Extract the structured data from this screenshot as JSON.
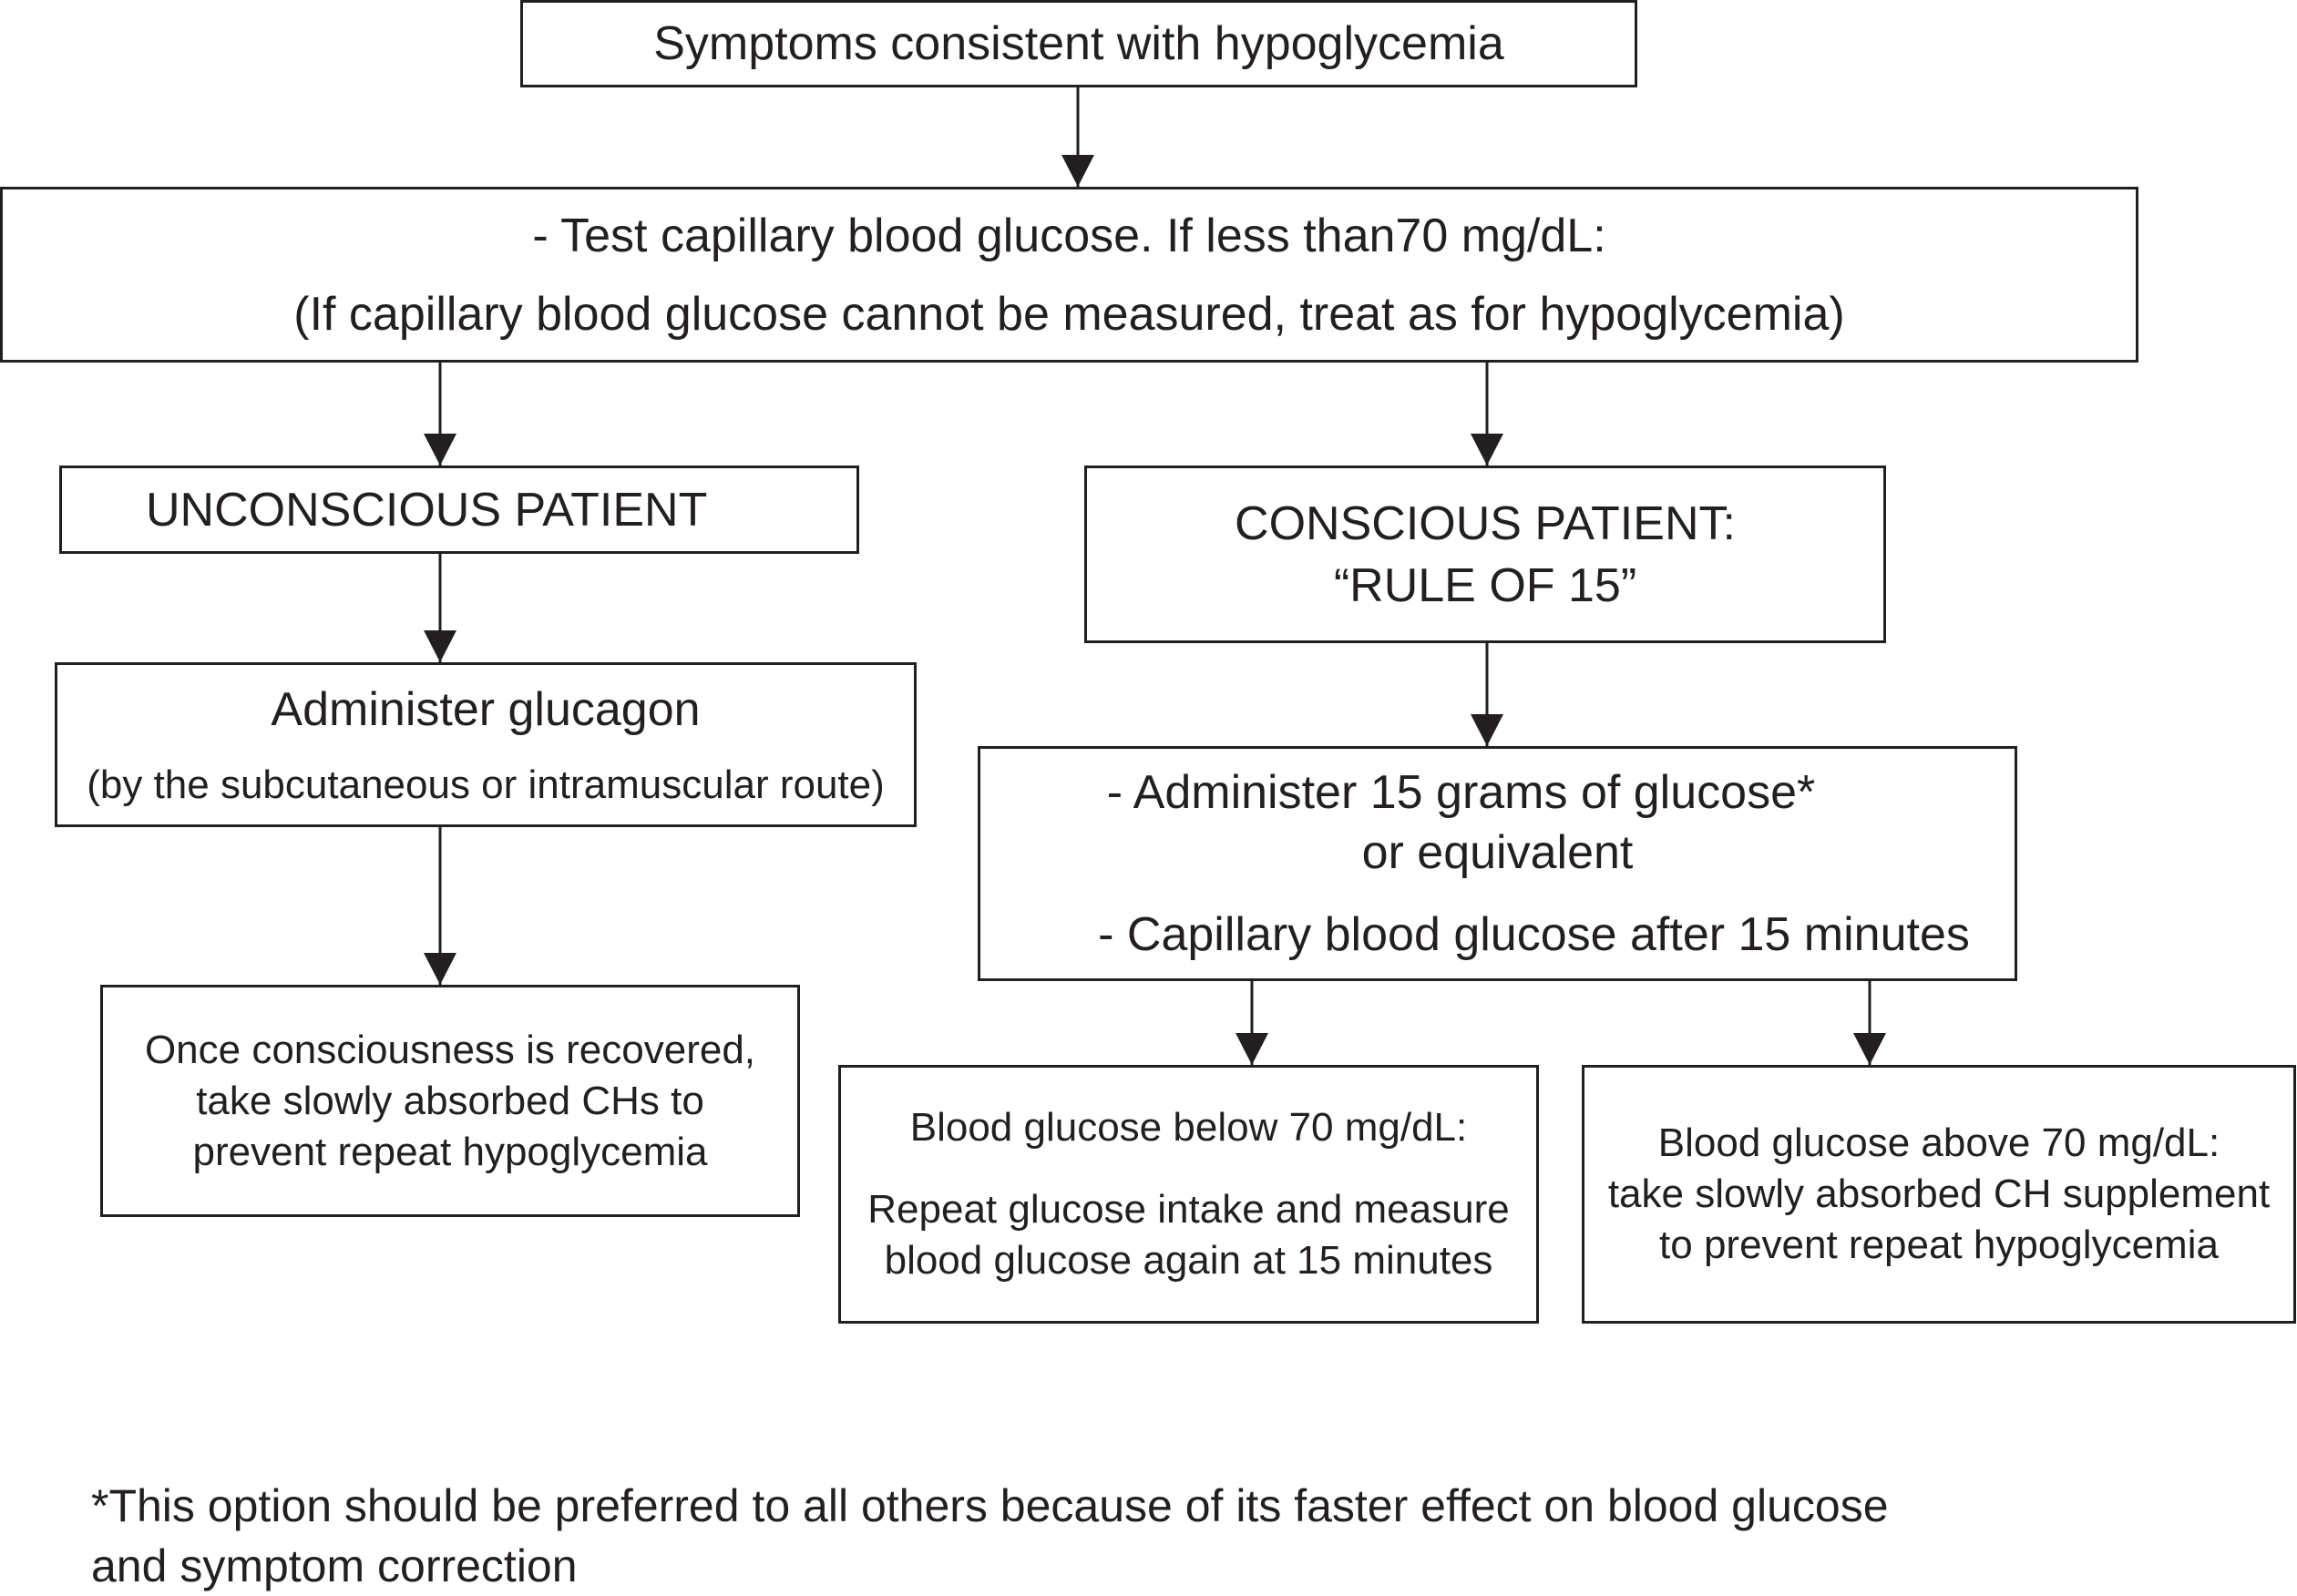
{
  "flowchart": {
    "start": {
      "text": "Symptoms consistent with hypoglycemia"
    },
    "test": {
      "line1": "- Test capillary blood glucose. If less than70 mg/dL:",
      "line2": "(If capillary blood glucose cannot be measured, treat as for hypoglycemia)"
    },
    "unconscious": {
      "text": "UNCONSCIOUS PATIENT"
    },
    "conscious": {
      "line1": "CONSCIOUS PATIENT:",
      "line2": "“RULE OF 15”"
    },
    "glucagon": {
      "line1": "Administer glucagon",
      "line2": "(by the subcutaneous or intramuscular route)"
    },
    "administer_glucose": {
      "line1": "- Administer 15 grams of glucose*",
      "line2": "or equivalent",
      "line3": "- Capillary blood glucose after 15 minutes"
    },
    "recovered": {
      "line1": "Once consciousness is recovered,",
      "line2": "take slowly absorbed CHs to",
      "line3": "prevent repeat hypoglycemia"
    },
    "below70": {
      "line1": "Blood glucose below 70 mg/dL:",
      "line2": "Repeat glucose intake and measure",
      "line3": "blood glucose again at 15 minutes"
    },
    "above70": {
      "line1": "Blood glucose above 70 mg/dL:",
      "line2": "take slowly absorbed CH supplement",
      "line3": "to prevent repeat hypoglycemia"
    }
  },
  "footnote": {
    "line1": "*This option should be preferred to all others because of its faster effect on blood glucose",
    "line2": "and symptom correction"
  },
  "colors": {
    "stroke": "#231f20",
    "background": "#ffffff"
  }
}
